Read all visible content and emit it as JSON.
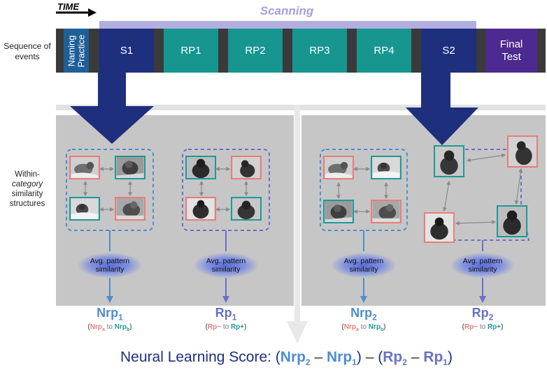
{
  "timeline": {
    "time_label": "TIME",
    "scanning_label": "Scanning",
    "row_label": [
      "Sequence of",
      "events"
    ],
    "segments": [
      {
        "id": "naming",
        "label_lines": [
          "Naming",
          "Practice"
        ],
        "color": "#1f5f98"
      },
      {
        "id": "s1",
        "label": "S1",
        "color": "#1e2f7e"
      },
      {
        "id": "rp1",
        "label": "RP1",
        "color": "#17958f"
      },
      {
        "id": "rp2",
        "label": "RP2",
        "color": "#17958f"
      },
      {
        "id": "rp3",
        "label": "RP3",
        "color": "#17958f"
      },
      {
        "id": "rp4",
        "label": "RP4",
        "color": "#17958f"
      },
      {
        "id": "s2",
        "label": "S2",
        "color": "#1e2f7e"
      },
      {
        "id": "final",
        "label_lines": [
          "Final",
          "Test"
        ],
        "color": "#4d2a8f"
      }
    ]
  },
  "similarity": {
    "row_label": [
      "Within-",
      "category",
      "similarity",
      "structures"
    ],
    "avg_label": [
      "Avg. pattern",
      "similarity"
    ]
  },
  "scores": [
    {
      "id": "nrp1",
      "main": "Nrp",
      "sub": "1",
      "color": "#4d8ed0",
      "desc_open": "(",
      "a": "Nrp",
      "a_sub": "a",
      "mid": " to ",
      "b": "Nrp",
      "b_sub": "b",
      "desc_close": ")"
    },
    {
      "id": "rp1",
      "main": "Rp",
      "sub": "1",
      "color": "#6a70c8",
      "desc_open": "(",
      "a": "Rp−",
      "mid": " to ",
      "b": "Rp+",
      "desc_close": ")"
    },
    {
      "id": "nrp2",
      "main": "Nrp",
      "sub": "2",
      "color": "#4d8ed0",
      "desc_open": "(",
      "a": "Nrp",
      "a_sub": "a",
      "mid": " to ",
      "b": "Nrp",
      "b_sub": "b",
      "desc_close": ")"
    },
    {
      "id": "rp2",
      "main": "Rp",
      "sub": "2",
      "color": "#6a70c8",
      "desc_open": "(",
      "a": "Rp−",
      "mid": " to ",
      "b": "Rp+",
      "desc_close": ")"
    }
  ],
  "neural_score": {
    "prefix": "Neural Learning Score: ",
    "open1": "(",
    "t1": "Nrp",
    "t1_sub": "2",
    "minus1": " – ",
    "t2": "Nrp",
    "t2_sub": "1",
    "close1": ")",
    "minus_mid": " – ",
    "open2": "(",
    "t3": "Rp",
    "t3_sub": "2",
    "minus2": " – ",
    "t4": "Rp",
    "t4_sub": "1",
    "close2": ")"
  },
  "colors": {
    "red": "#e87d7a",
    "teal": "#1c9a97",
    "nrp_blue": "#4d8ed0",
    "rp_purple": "#6a70c8",
    "scan_bar": "#b3aee0",
    "arrow_navy": "#1e2f7e"
  }
}
